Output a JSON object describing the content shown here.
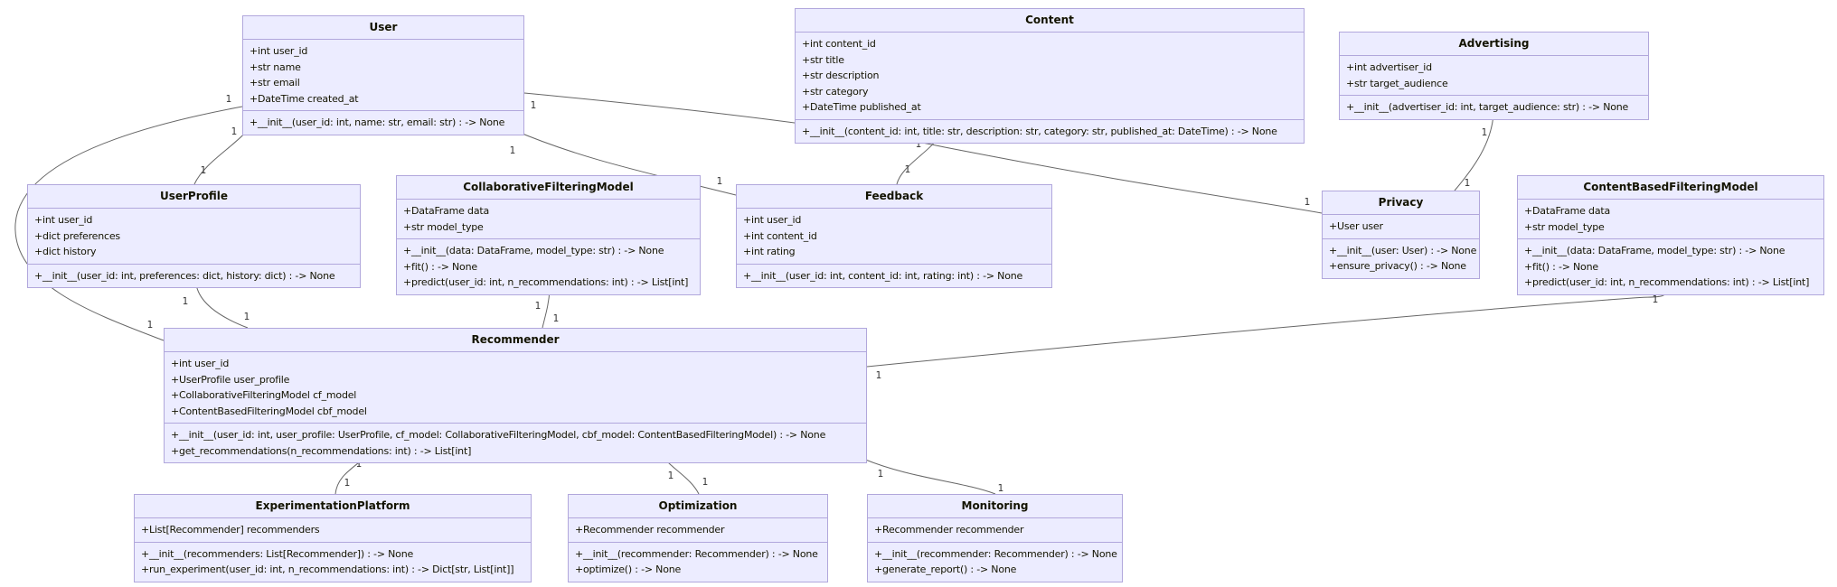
{
  "diagram": {
    "kind": "uml-class-diagram",
    "colors": {
      "background": "#ffffff",
      "node_fill": "#ECECFF",
      "node_border": "#b1a7dc",
      "edge": "#666666",
      "label_text": "#333333"
    }
  },
  "classes": [
    {
      "id": "user",
      "name": "User",
      "attributes": [
        "+int user_id",
        "+str name",
        "+str email",
        "+DateTime created_at"
      ],
      "methods": [
        "+__init__(user_id: int, name: str, email: str) : -> None"
      ]
    },
    {
      "id": "content",
      "name": "Content",
      "attributes": [
        "+int content_id",
        "+str title",
        "+str description",
        "+str category",
        "+DateTime published_at"
      ],
      "methods": [
        "+__init__(content_id: int, title: str, description: str, category: str, published_at: DateTime) : -> None"
      ]
    },
    {
      "id": "advertising",
      "name": "Advertising",
      "attributes": [
        "+int advertiser_id",
        "+str target_audience"
      ],
      "methods": [
        "+__init__(advertiser_id: int, target_audience: str) : -> None"
      ]
    },
    {
      "id": "userprofile",
      "name": "UserProfile",
      "attributes": [
        "+int user_id",
        "+dict preferences",
        "+dict history"
      ],
      "methods": [
        "+__init__(user_id: int, preferences: dict, history: dict) : -> None"
      ]
    },
    {
      "id": "cfm",
      "name": "CollaborativeFilteringModel",
      "attributes": [
        "+DataFrame data",
        "+str model_type"
      ],
      "methods": [
        "+__init__(data: DataFrame, model_type: str) : -> None",
        "+fit() : -> None",
        "+predict(user_id: int, n_recommendations: int) : -> List[int]"
      ]
    },
    {
      "id": "feedback",
      "name": "Feedback",
      "attributes": [
        "+int user_id",
        "+int content_id",
        "+int rating"
      ],
      "methods": [
        "+__init__(user_id: int, content_id: int, rating: int) : -> None"
      ]
    },
    {
      "id": "privacy",
      "name": "Privacy",
      "attributes": [
        "+User user"
      ],
      "methods": [
        "+__init__(user: User) : -> None",
        "+ensure_privacy() : -> None"
      ]
    },
    {
      "id": "cbf",
      "name": "ContentBasedFilteringModel",
      "attributes": [
        "+DataFrame data",
        "+str model_type"
      ],
      "methods": [
        "+__init__(data: DataFrame, model_type: str) : -> None",
        "+fit() : -> None",
        "+predict(user_id: int, n_recommendations: int) : -> List[int]"
      ]
    },
    {
      "id": "recommender",
      "name": "Recommender",
      "attributes": [
        "+int user_id",
        "+UserProfile user_profile",
        "+CollaborativeFilteringModel cf_model",
        "+ContentBasedFilteringModel cbf_model"
      ],
      "methods": [
        "+__init__(user_id: int, user_profile: UserProfile, cf_model: CollaborativeFilteringModel, cbf_model: ContentBasedFilteringModel) : -> None",
        "+get_recommendations(n_recommendations: int) : -> List[int]"
      ]
    },
    {
      "id": "experimentation",
      "name": "ExperimentationPlatform",
      "attributes": [
        "+List[Recommender] recommenders"
      ],
      "methods": [
        "+__init__(recommenders: List[Recommender]) : -> None",
        "+run_experiment(user_id: int, n_recommendations: int) : -> Dict[str, List[int]]"
      ]
    },
    {
      "id": "optimization",
      "name": "Optimization",
      "attributes": [
        "+Recommender recommender"
      ],
      "methods": [
        "+__init__(recommender: Recommender) : -> None",
        "+optimize() : -> None"
      ]
    },
    {
      "id": "monitoring",
      "name": "Monitoring",
      "attributes": [
        "+Recommender recommender"
      ],
      "methods": [
        "+__init__(recommender: Recommender) : -> None",
        "+generate_report() : -> None"
      ]
    }
  ],
  "relationships": [
    {
      "from": "User",
      "to": "Recommender",
      "from_label": "1",
      "to_label": "1"
    },
    {
      "from": "User",
      "to": "UserProfile",
      "from_label": "1",
      "to_label": "1"
    },
    {
      "from": "User",
      "to": "Feedback",
      "from_label": "1",
      "to_label": "1"
    },
    {
      "from": "User",
      "to": "Privacy",
      "from_label": "1",
      "to_label": "1"
    },
    {
      "from": "Content",
      "to": "Feedback",
      "from_label": "1",
      "to_label": "1"
    },
    {
      "from": "Advertising",
      "to": "Privacy",
      "from_label": "1",
      "to_label": "1"
    },
    {
      "from": "UserProfile",
      "to": "Recommender",
      "from_label": "1",
      "to_label": "1"
    },
    {
      "from": "CollaborativeFilteringModel",
      "to": "Recommender",
      "from_label": "1",
      "to_label": "1"
    },
    {
      "from": "Recommender",
      "to": "ContentBasedFilteringModel",
      "from_label": "1",
      "to_label": "1"
    },
    {
      "from": "Recommender",
      "to": "ExperimentationPlatform",
      "from_label": "1",
      "to_label": "1"
    },
    {
      "from": "Recommender",
      "to": "Optimization",
      "from_label": "1",
      "to_label": "1"
    },
    {
      "from": "Recommender",
      "to": "Monitoring",
      "from_label": "1",
      "to_label": "1"
    }
  ]
}
